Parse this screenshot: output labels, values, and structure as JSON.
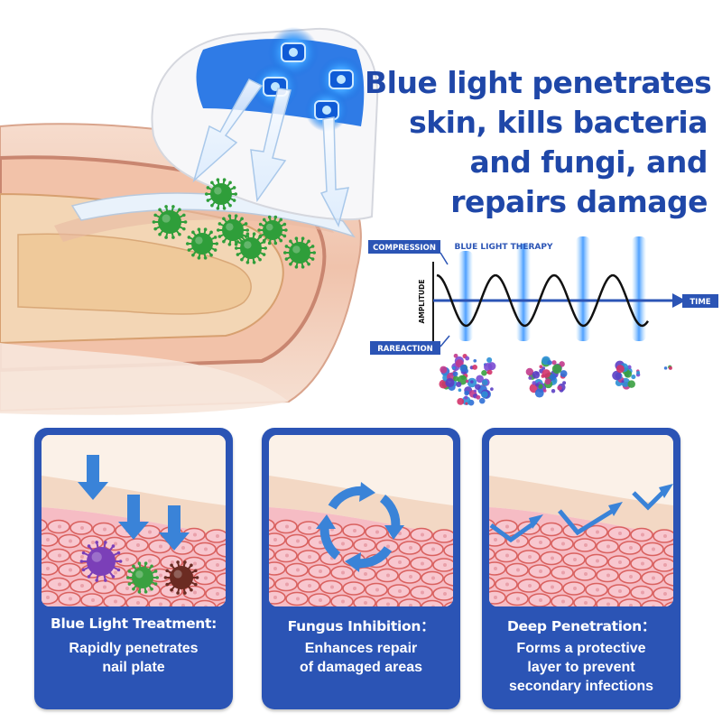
{
  "headline": {
    "lines": [
      "Blue light penetrates",
      "skin, kills bacteria",
      "and fungi, and",
      "repairs damage"
    ]
  },
  "wave_diagram": {
    "title": "BLUE LIGHT THERAPY",
    "compression_label": "COMPRESSION",
    "rareaction_label": "RAREACTION",
    "amplitude_label": "AMPLITUDE",
    "time_label": "TIME"
  },
  "cards": [
    {
      "title": "Blue Light Treatment:",
      "desc": [
        "Rapidly penetrates",
        "nail plate"
      ]
    },
    {
      "title": "Fungus Inhibition：",
      "desc": [
        "Enhances repair",
        "of damaged areas"
      ]
    },
    {
      "title": "Deep Penetration：",
      "desc": [
        "Forms a protective",
        "layer to prevent",
        "secondary infections"
      ]
    }
  ],
  "colors": {
    "brand_blue": "#1f47a8",
    "card_blue": "#2b54b5",
    "light_blue": "#3aa3ff",
    "skin": "#f2c7b2",
    "cell_pink": "#f5b9c2",
    "fungus_green": "#2f9e3a"
  },
  "icons": [
    "blue-light-device-icon",
    "fungus-icon",
    "down-arrow-icon",
    "cycle-arrows-icon",
    "zigzag-arrow-icon"
  ]
}
